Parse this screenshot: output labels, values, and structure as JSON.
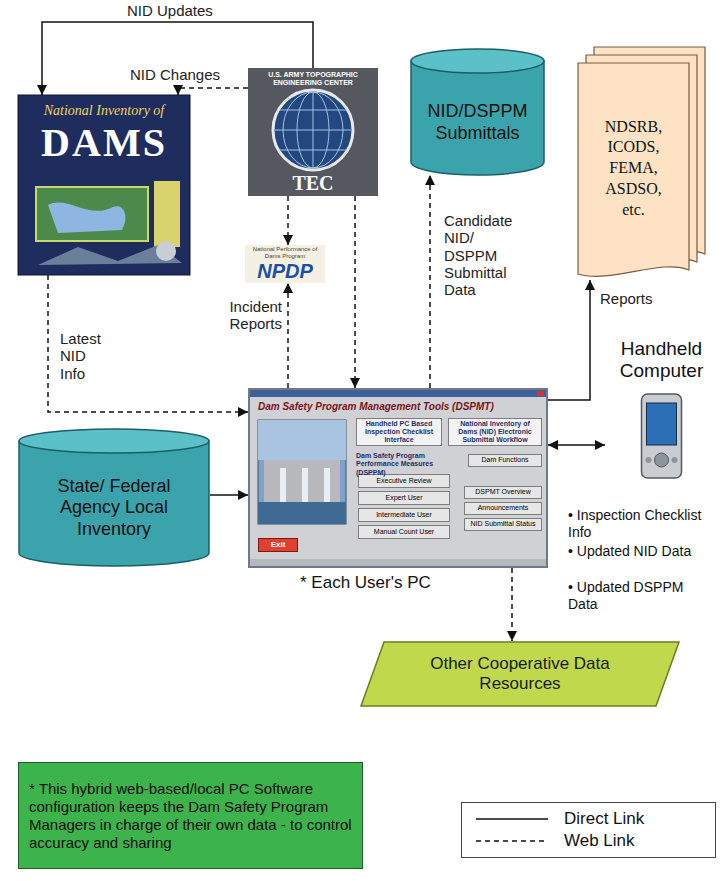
{
  "diagram": {
    "nodes": [
      {
        "text": [
          "National Inventory of",
          "DAMS"
        ]
      },
      {
        "text": [
          "U.S. ARMY TOPOGRAPHIC ENGINEERING CENTER",
          "TEC"
        ]
      },
      {
        "text": [
          "NID/DSPPM Submittals"
        ]
      },
      {
        "text": [
          "NDSRB, ICODS, FEMA, ASDSO, etc."
        ]
      },
      {
        "text": [
          "National Performance of Dams Program",
          "NPDP"
        ]
      },
      {
        "text": [
          "Dam Safety Program Management Tools (DSPMT)"
        ]
      },
      {
        "text": [
          "Handheld PC Based Inspection Checklist Interface"
        ],
        "in": 5
      },
      {
        "text": [
          "National Inventory of Dams (NID) Electronic Submittal Workflow"
        ],
        "in": 5
      },
      {
        "text": [
          "Dam Functions"
        ],
        "in": 5
      },
      {
        "text": [
          "Executive Review"
        ],
        "in": 5
      },
      {
        "text": [
          "Expert User"
        ],
        "in": 5
      },
      {
        "text": [
          "Intermediate User"
        ],
        "in": 5
      },
      {
        "text": [
          "Manual Count User"
        ],
        "in": 5
      },
      {
        "text": [
          "DSPMT Overview"
        ],
        "in": 5
      },
      {
        "text": [
          "Announcements"
        ],
        "in": 5
      },
      {
        "text": [
          "NID Submittal Status"
        ],
        "in": 5
      },
      {
        "text": [
          "Exit"
        ],
        "in": 5
      },
      {
        "text": [
          "Handheld Computer"
        ]
      },
      {
        "text": [
          "State/ Federal Agency Local Inventory"
        ]
      },
      {
        "text": [
          "Other Cooperative Data Resources"
        ]
      },
      {
        "text": [
          "* This hybrid web-based/local PC Software configuration keeps the Dam Safety Program Managers in charge of their own data - to control accuracy and sharing"
        ]
      }
    ],
    "edges": [
      {
        "from": 1,
        "to": 0,
        "arrow": "to",
        "label": "NID Updates"
      },
      {
        "from": 1,
        "to": 0,
        "arrow": "to",
        "label": "NID Changes"
      },
      {
        "from": 0,
        "to": 5,
        "arrow": "to",
        "label": "Latest NID Info"
      },
      {
        "from": 1,
        "to": 4,
        "arrow": "to"
      },
      {
        "from": 1,
        "to": 5,
        "arrow": "to"
      },
      {
        "from": 5,
        "to": 4,
        "arrow": "to",
        "label": "Incident Reports"
      },
      {
        "from": 5,
        "to": 2,
        "arrow": "to",
        "label": "Candidate NID/ DSPPM Submittal Data"
      },
      {
        "from": 5,
        "to": 3,
        "arrow": "to",
        "label": "Reports"
      },
      {
        "from": 5,
        "to": 17,
        "arrow": "both"
      },
      {
        "from": 18,
        "to": 5,
        "arrow": "to"
      },
      {
        "from": 5,
        "to": 19,
        "arrow": "to"
      }
    ],
    "labels": [
      "Dam Safety Program Performance Measures (DSPPM)",
      "* Each User's PC",
      "• Inspection Checklist Info",
      "• Updated NID Data",
      "• Updated DSPPM Data"
    ],
    "legend": [
      {
        "text": "Direct Link"
      },
      {
        "text": "Web Link"
      }
    ]
  }
}
